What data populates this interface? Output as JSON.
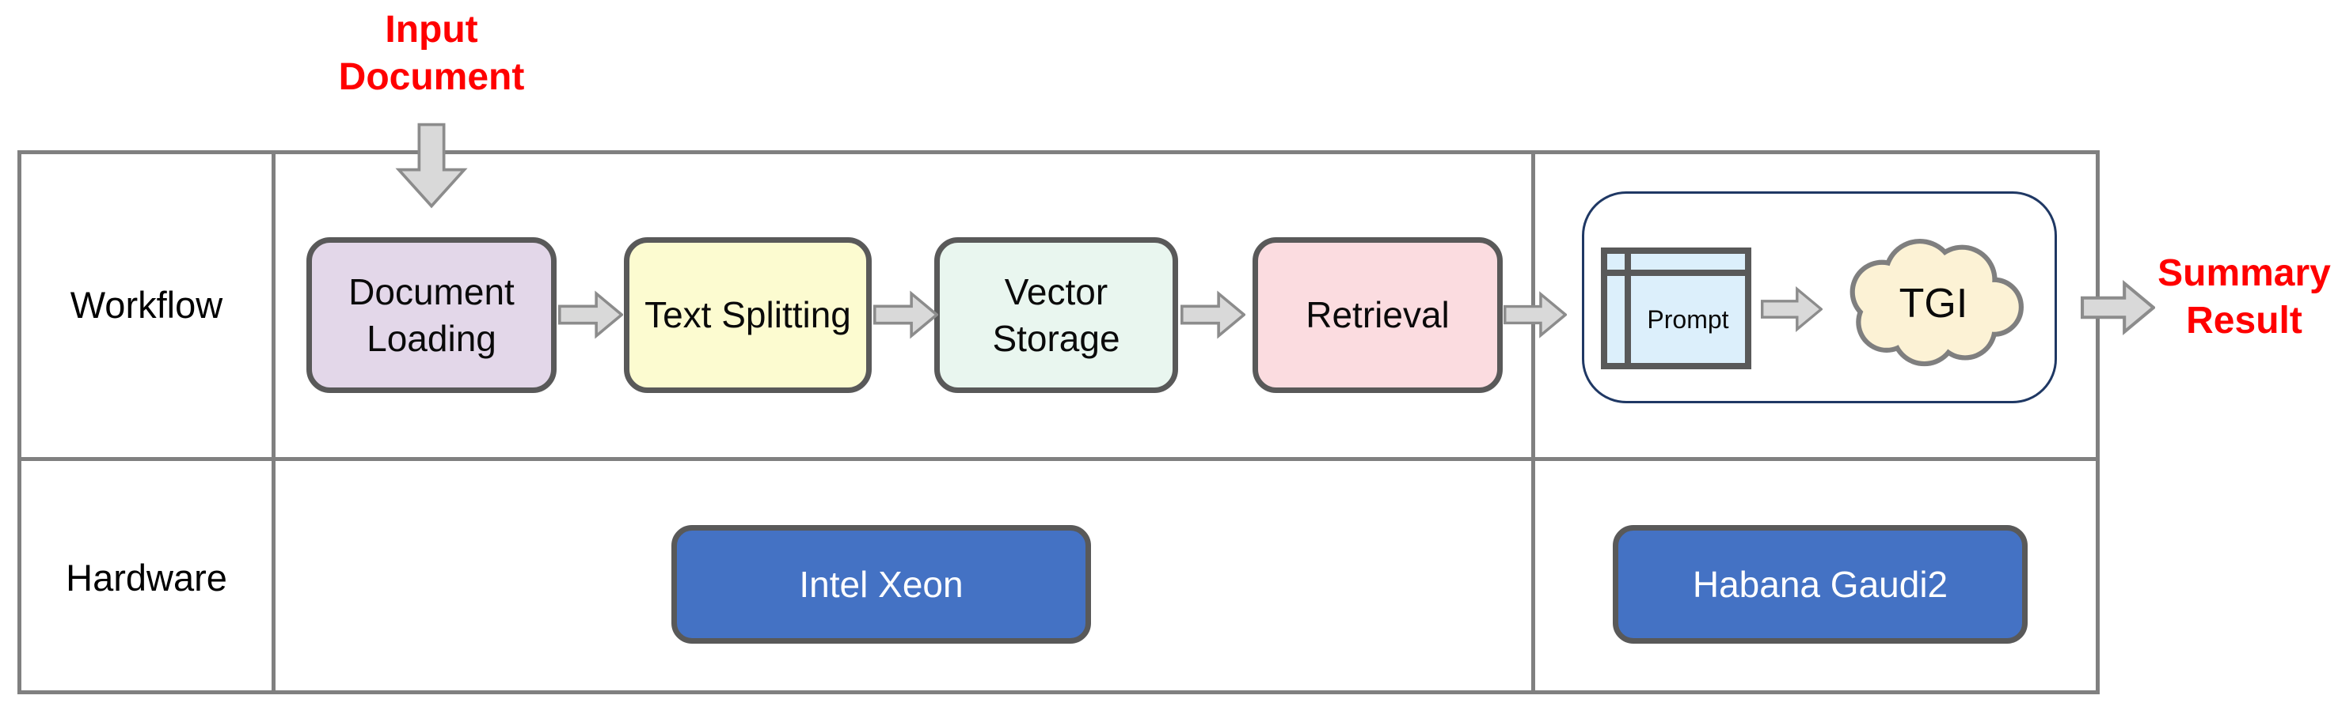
{
  "annotations": {
    "input": {
      "lines": [
        "Input",
        "Document"
      ]
    },
    "output": {
      "lines": [
        "Summary",
        "Result"
      ]
    }
  },
  "rows": {
    "workflow_label": "Workflow",
    "hardware_label": "Hardware"
  },
  "workflow": {
    "steps": [
      {
        "label": "Document Loading",
        "fill": "#E3D7E9"
      },
      {
        "label": "Text Splitting",
        "fill": "#FCFBD0"
      },
      {
        "label": "Vector Storage",
        "fill": "#E9F6EF"
      },
      {
        "label": "Retrieval",
        "fill": "#FBDCE0"
      }
    ],
    "tgi_group": {
      "prompt_label": "Prompt",
      "cloud_label": "TGI"
    }
  },
  "hardware": {
    "cpu": {
      "label": "Intel Xeon",
      "fill": "#4472C4"
    },
    "accelerator": {
      "label": "Habana Gaudi2",
      "fill": "#4472C4"
    }
  },
  "colors": {
    "red_label": "#FF0000",
    "box_border": "#595959",
    "table_line": "#808080",
    "arrow_fill": "#D9D9D9",
    "arrow_stroke": "#8C8C8C",
    "group_border": "#1F3864",
    "prompt_fill": "#DCEFFB",
    "cloud_fill": "#FCF2D5"
  }
}
